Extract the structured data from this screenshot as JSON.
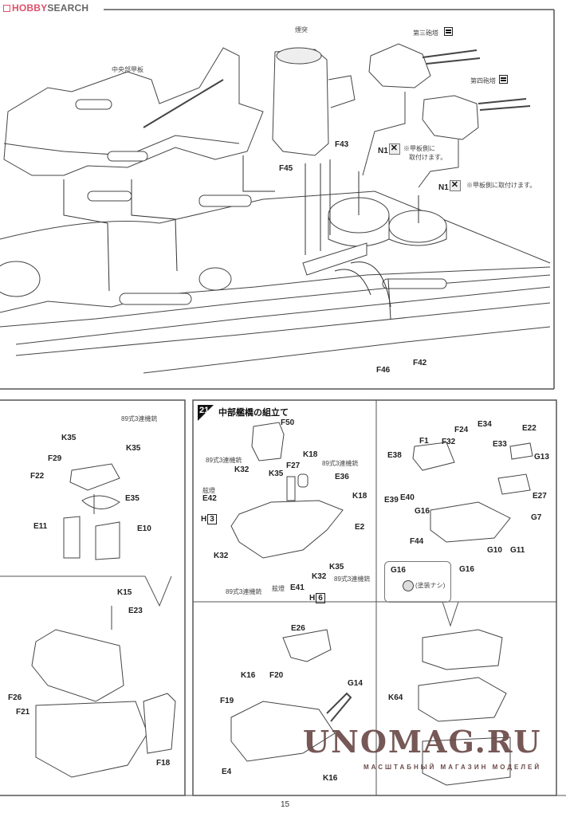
{
  "header": {
    "logo_hobby": "HOBBY",
    "logo_search": "SEARCH"
  },
  "top_section": {
    "labels": {
      "central_deck": "中央部甲板",
      "funnel": "煙突",
      "turret3": "第三砲塔",
      "turret4": "第四砲塔",
      "n1_a": "N1",
      "n1_note_a_line1": "※甲板側に",
      "n1_note_a_line2": "取付けます。",
      "n1_b": "N1",
      "n1_note_b": "※甲板側に取付けます。",
      "f43": "F43",
      "f45": "F45",
      "f46": "F46",
      "f42": "F42"
    }
  },
  "left_panel": {
    "labels": {
      "mg89": "89式3連機銃",
      "k35_left": "K35",
      "k35_right": "K35",
      "f29": "F29",
      "f22": "F22",
      "e35": "E35",
      "e11": "E11",
      "e10": "E10",
      "k15": "K15",
      "e23": "E23",
      "f26": "F26",
      "f21": "F21",
      "f18": "F18"
    }
  },
  "step21": {
    "number": "21",
    "title": "中部艦橋の組立て",
    "labels": {
      "f50": "F50",
      "mg89_a": "89式3連機銃",
      "k32_a": "K32",
      "k18_a": "K18",
      "mg89_b": "89式3連機銃",
      "k35_a": "K35",
      "f27": "F27",
      "e36": "E36",
      "nav_light_a": "舷燈",
      "e42": "E42",
      "h3_letter": "H",
      "h3_num": "3",
      "k18_b": "K18",
      "e2": "E2",
      "k32_b": "K32",
      "k35_b": "K35",
      "k32_c": "K32",
      "mg89_c": "89式3連機銃",
      "mg89_d": "89式3連機銃",
      "nav_light_b": "舷燈",
      "e41": "E41",
      "h6_letter": "H",
      "h6_num": "6"
    }
  },
  "right_panel": {
    "labels": {
      "f1": "F1",
      "f32": "F32",
      "f24": "F24",
      "e34": "E34",
      "e33": "E33",
      "e22": "E22",
      "g13": "G13",
      "e38": "E38",
      "e39": "E39",
      "e40": "E40",
      "e27": "E27",
      "g16_a": "G16",
      "g7": "G7",
      "f44": "F44",
      "g10": "G10",
      "g11": "G11",
      "g16_b": "G16",
      "note_part": "G16",
      "note_text": "(塗装ナシ)"
    }
  },
  "bottom_center": {
    "labels": {
      "e26": "E26",
      "k16_a": "K16",
      "f20": "F20",
      "g14": "G14",
      "f19": "F19",
      "e4": "E4",
      "k16_b": "K16"
    }
  },
  "bottom_right": {
    "labels": {
      "k64": "K64"
    }
  },
  "watermark": {
    "title": "UNOMAG.RU",
    "subtitle": "МАСШТАБНЫЙ МАГАЗИН МОДЕЛЕЙ"
  },
  "footer": {
    "page_number": "15"
  }
}
